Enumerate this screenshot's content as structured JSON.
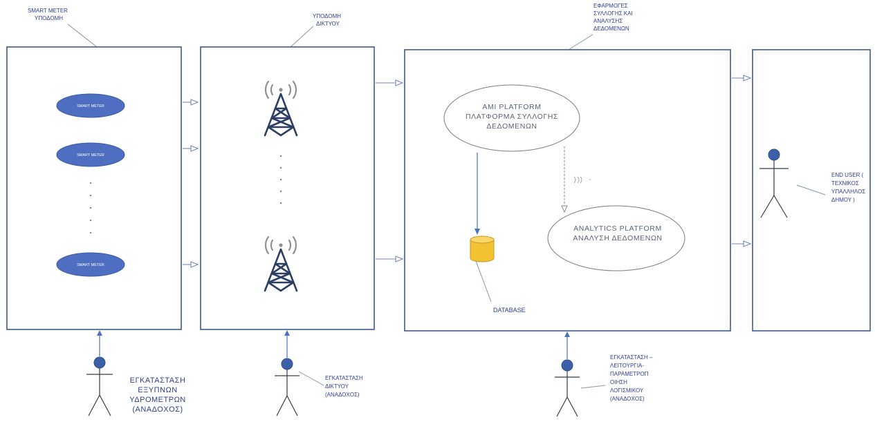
{
  "sections": {
    "smart_meter": {
      "label": [
        "SMART METER",
        "ΥΠΟΔΟΜΗ"
      ]
    },
    "network": {
      "label": [
        "ΥΠΟΔΟΜΗ",
        "ΔΙΚΤΥΟΥ"
      ]
    },
    "apps": {
      "label": [
        "ΕΦΑΡΜΟΓΕΣ",
        "ΣΥΛΛΟΓΗΣ ΚΑΙ",
        "ΑΝΑΛΥΣΗΣ",
        "ΔΕΔΟΜΕΝΩΝ"
      ]
    }
  },
  "meters": [
    "SMART METER",
    "SMART METER",
    "SMART METER"
  ],
  "ami_platform": {
    "lines": [
      "AMI PLATFORM",
      "ΠΛΑΤΦΟΡΜΑ ΣΥΛΛΟΓΗΣ",
      "ΔΕΔΟΜΕΝΩΝ"
    ]
  },
  "analytics_platform": {
    "lines": [
      "ANALYTICS PLATFORM",
      "ΑΝΑΛΥΣΗ ΔΕΔΟΜΕΝΩΝ"
    ]
  },
  "database": {
    "label": "DATABASE"
  },
  "actors": {
    "end_user": {
      "lines": [
        "END USER (",
        "ΤΕΧΝΙΚΟΣ",
        "ΥΠΑΛΛΗΛΟΣ",
        "ΔΗΜΟΥ )"
      ]
    },
    "meters_installer": {
      "lines": [
        "ΕΓΚΑΤΑΣΤΑΣΗ",
        "ΕΞΥΠΝΩΝ",
        "ΥΔΡΟΜΕΤΡΩΝ",
        "(ΑΝΑΔΟΧΟΣ)"
      ]
    },
    "network_installer": {
      "lines": [
        "ΕΓΚΑΤΑΣΤΑΣΗ",
        "ΔΙΚΤΥΟΥ",
        "(ΑΝΑΔΟΧΟΣ)"
      ]
    },
    "software_installer": {
      "lines": [
        "ΕΓΚΑΤΑΣΤΑΣΗ –",
        "ΛΕΙΤΟΥΡΓΙΑ-",
        "ΠΑΡΑΜΕΤΡΟΠ",
        "ΟΙΗΣΗ",
        "ΛΟΓΙΣΜΙΚΟΥ",
        "(ΑΝΑΔΟΧΟΣ)"
      ]
    }
  },
  "colors": {
    "box_border": "#3e5a8a",
    "meter_fill": "#4e6ec2",
    "text": "#2f3f8f",
    "database": "#f2c232",
    "tower": "#2c3e63"
  }
}
